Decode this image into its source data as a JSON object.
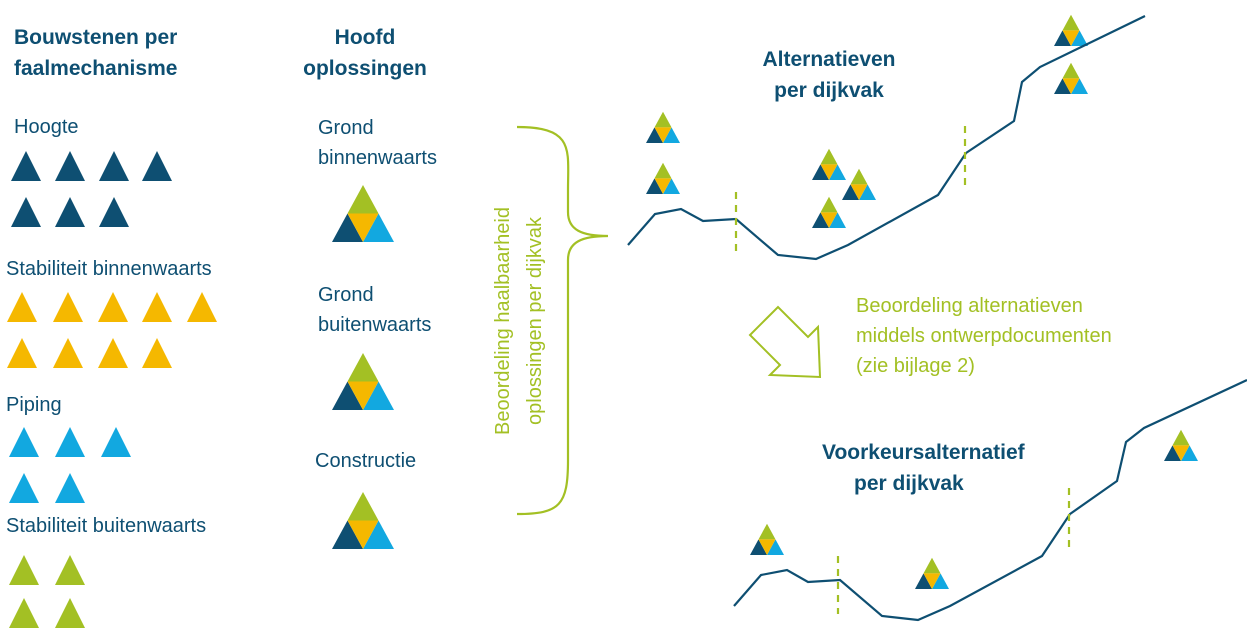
{
  "columns": {
    "bouwstenen": {
      "title_line1": "Bouwstenen per",
      "title_line2": "faalmechanisme"
    },
    "hoofd": {
      "title_line1": "Hoofd",
      "title_line2": "oplossingen"
    }
  },
  "mechanisms": [
    {
      "label": "Hoogte",
      "count": 7,
      "color": "#0e4f72"
    },
    {
      "label": "Stabiliteit binnenwaarts",
      "count": 9,
      "color": "#f5b800"
    },
    {
      "label": "Piping",
      "count": 5,
      "color": "#12a8e0"
    },
    {
      "label": "Stabiliteit buitenwaarts",
      "count": 4,
      "color": "#a3c024"
    }
  ],
  "solutions": [
    {
      "line1": "Grond",
      "line2": "binnenwaarts"
    },
    {
      "line1": "Grond",
      "line2": "buitenwaarts"
    },
    {
      "line1": "Constructie",
      "line2": ""
    }
  ],
  "assessment": {
    "line1": "Beoordeling haalbaarheid",
    "line2": "oplossingen per dijkvak"
  },
  "alternatives": {
    "line1": "Alternatieven",
    "line2": "per dijkvak"
  },
  "design_assessment": {
    "line1": "Beoordeling alternatieven",
    "line2": "middels ontwerpdocumenten",
    "line3": "(zie bijlage 2)"
  },
  "preferred": {
    "line1": "Voorkeursalternatief",
    "line2": "per dijkvak"
  },
  "colors": {
    "dark_blue": "#0e4f72",
    "yellow": "#f5b800",
    "light_blue": "#12a8e0",
    "green": "#a3c024"
  },
  "icons": [
    "triangle-icon",
    "composite-triangle-icon",
    "brace-icon",
    "arrow-down-right-icon"
  ]
}
